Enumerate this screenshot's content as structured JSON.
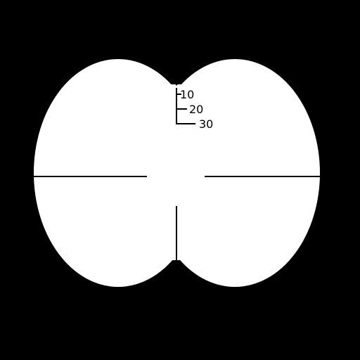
{
  "colors": {
    "background": "#000000",
    "field": "#ffffff",
    "lines": "#000000"
  },
  "scale": {
    "labels": [
      "10",
      "20",
      "30"
    ]
  }
}
